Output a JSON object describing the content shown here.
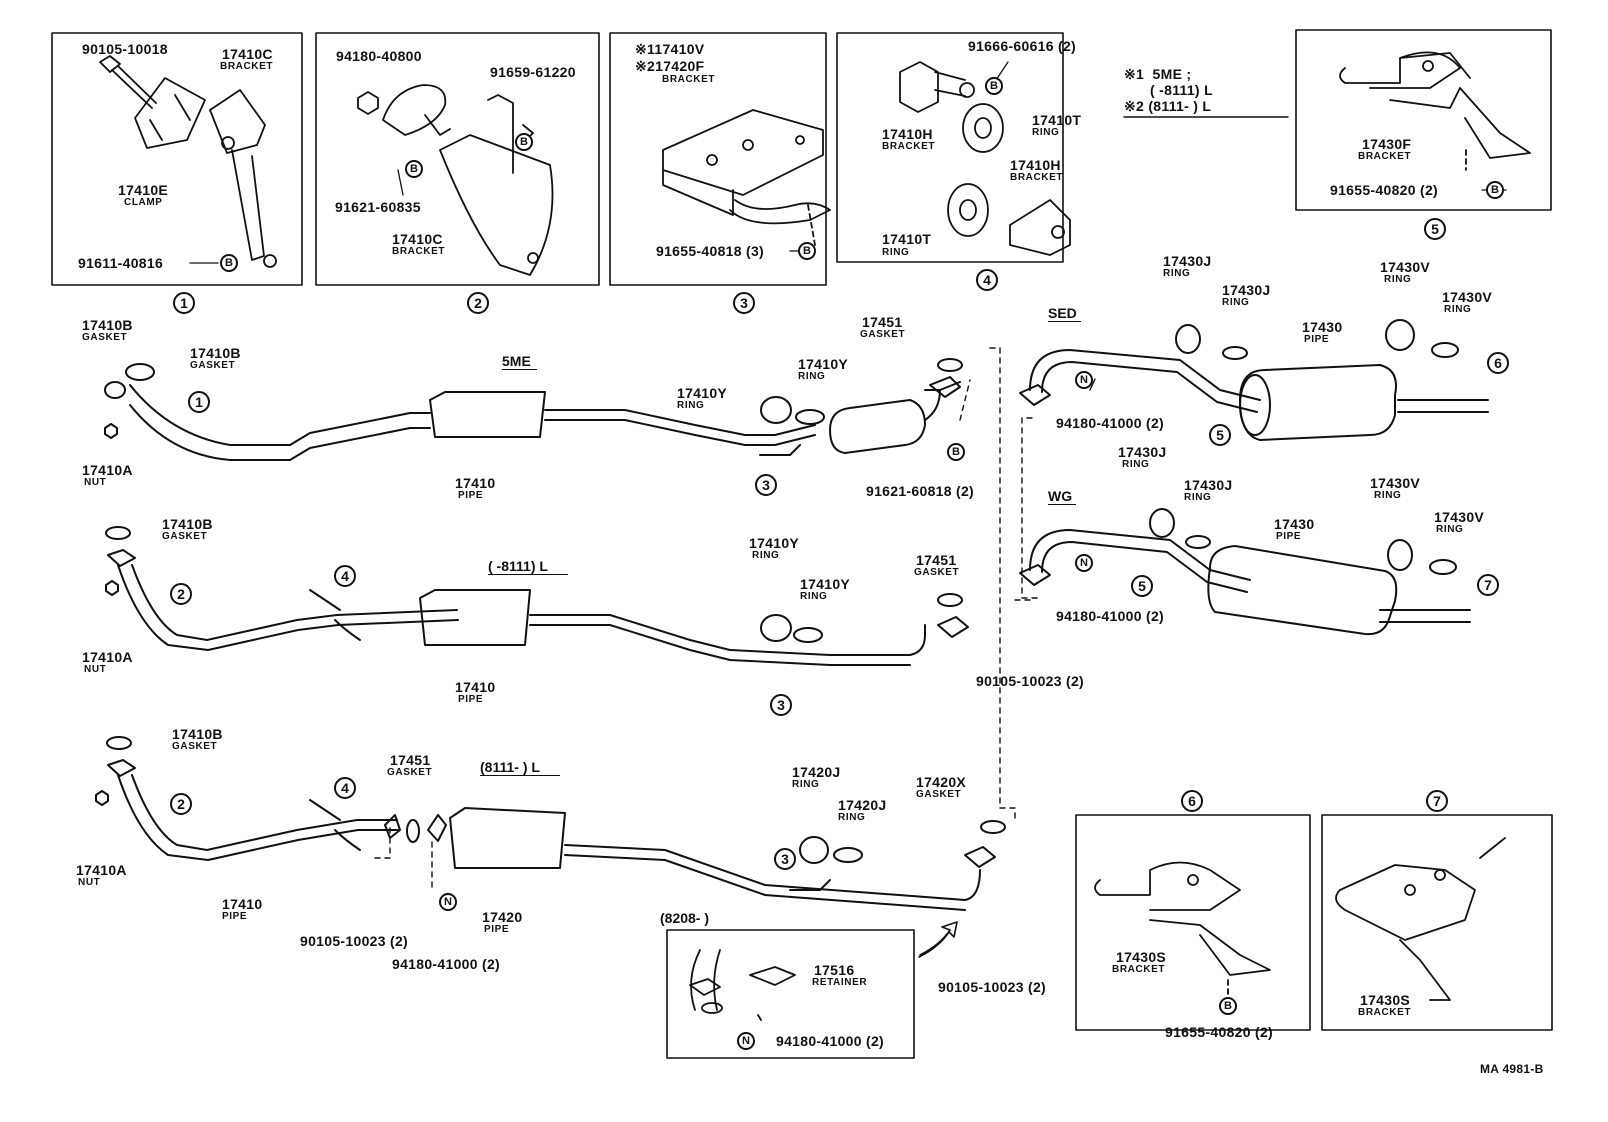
{
  "diagram": {
    "figure_code": "MA 4981-B",
    "legend": {
      "mark1_symbol": "※1",
      "mark1_text": "5ME ;",
      "mark1_range": "(     -8111) L",
      "mark2_symbol": "※2",
      "mark2_range": "(8111-     ) L"
    },
    "variants": {
      "v5me": "5ME",
      "before8111": "(     -8111) L",
      "after8111": "(8111-     ) L",
      "sed": "SED",
      "wg": "WG",
      "from8208": "(8208-     )"
    },
    "detail_numbers": [
      "1",
      "2",
      "3",
      "4",
      "5",
      "6",
      "7"
    ],
    "markers": {
      "bolt": "B",
      "nut": "N"
    },
    "names": {
      "bracket": "BRACKET",
      "clamp": "CLAMP",
      "gasket": "GASKET",
      "ring": "RING",
      "nut": "NUT",
      "pipe": "PIPE",
      "retainer": "RETAINER"
    },
    "parts": {
      "p90105_10018": "90105-10018",
      "p17410C": "17410C",
      "p17410E": "17410E",
      "p91611_40816": "91611-40816",
      "p94180_40800": "94180-40800",
      "p91659_61220": "91659-61220",
      "p91621_60835": "91621-60835",
      "p17410V": "17410V",
      "p17420F": "17420F",
      "p91655_40818_3": "91655-40818 (3)",
      "p91666_60616_2": "91666-60616 (2)",
      "p17410H": "17410H",
      "p17410T": "17410T",
      "p17430F": "17430F",
      "p91655_40820_2": "91655-40820 (2)",
      "p17410B": "17410B",
      "p17410A": "17410A",
      "p17410": "17410",
      "p17410Y": "17410Y",
      "p17451": "17451",
      "p91621_60818_2": "91621-60818 (2)",
      "p17430J": "17430J",
      "p17430V": "17430V",
      "p17430": "17430",
      "p94180_41000_2": "94180-41000 (2)",
      "p90105_10023_2": "90105-10023 (2)",
      "p17420J": "17420J",
      "p17420X": "17420X",
      "p17420": "17420",
      "p17516": "17516",
      "p17430S": "17430S"
    }
  }
}
